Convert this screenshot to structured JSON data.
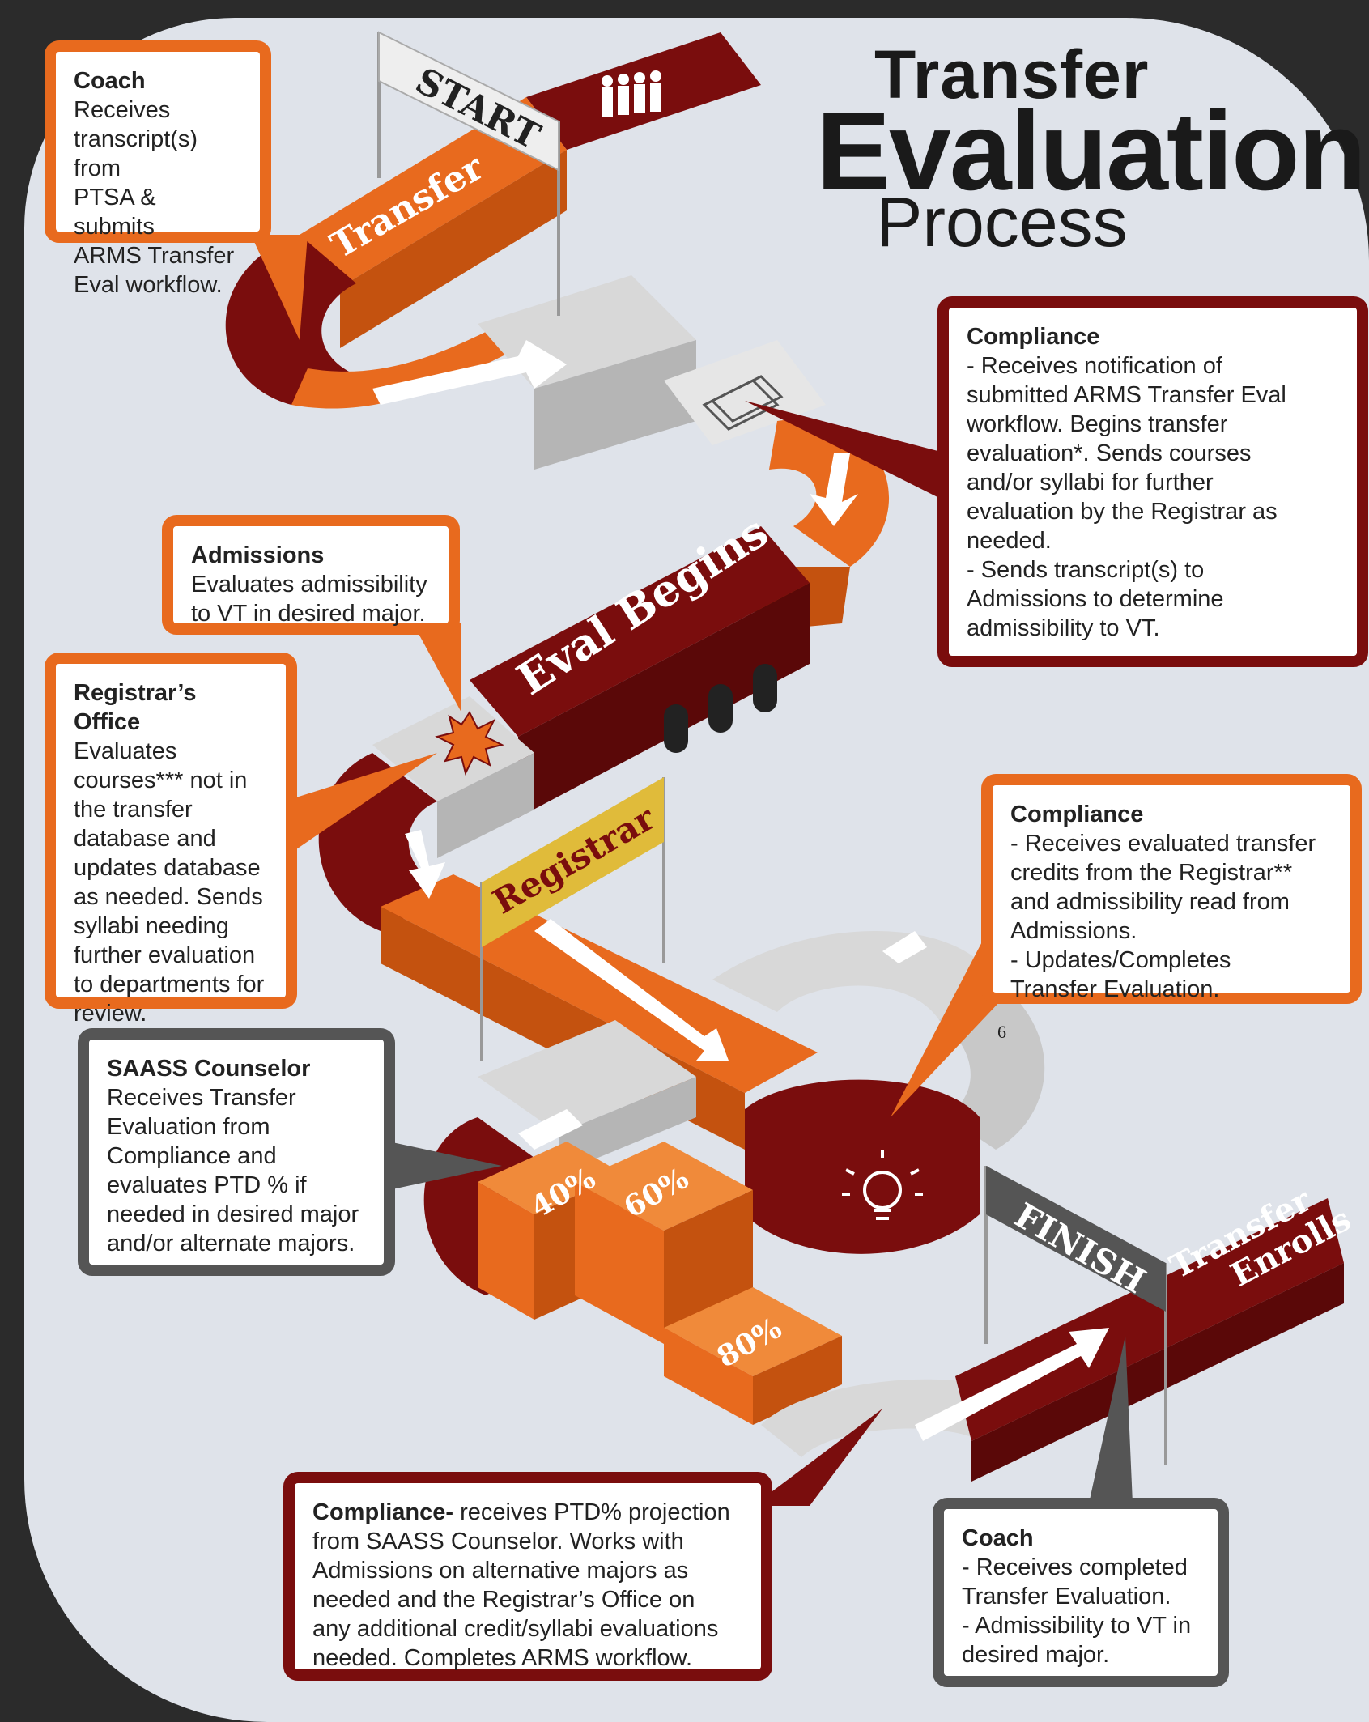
{
  "title": {
    "line1": "Transfer",
    "line2": "Evaluation",
    "line3": "Process"
  },
  "track_labels": {
    "start": "START",
    "transfer": "Transfer",
    "eval_begins": "Eval Begins",
    "registrar": "Registrar",
    "finish": "FINISH",
    "transfer_enrolls_1": "Transfer",
    "transfer_enrolls_2": "Enrolls",
    "pct_40": "40%",
    "pct_60": "60%",
    "pct_80": "80%"
  },
  "page_number": "6",
  "callouts": {
    "coach_start": {
      "head": "Coach",
      "body": "Receives\ntranscript(s) from\nPTSA & submits\nARMS Transfer\nEval workflow."
    },
    "compliance_1": {
      "head": "Compliance",
      "body": "- Receives notification of\nsubmitted ARMS Transfer Eval\nworkflow. Begins transfer\nevaluation*. Sends courses\nand/or syllabi for further\nevaluation by the Registrar as\nneeded.\n- Sends transcript(s) to\nAdmissions to determine\nadmissibility to VT."
    },
    "admissions": {
      "head": "Admissions",
      "body": "Evaluates admissibility\nto VT in desired major."
    },
    "registrar_office": {
      "head": "Registrar’s Office",
      "body": "Evaluates\ncourses*** not in\nthe transfer\ndatabase and\nupdates database\nas needed. Sends\nsyllabi needing\nfurther evaluation\nto departments for\nreview."
    },
    "compliance_2": {
      "head": "Compliance",
      "body": "- Receives evaluated transfer\ncredits from the Registrar**\nand admissibility read from\nAdmissions.\n- Updates/Completes\nTransfer Evaluation."
    },
    "saass": {
      "head": "SAASS Counselor",
      "body": "Receives Transfer\nEvaluation from\nCompliance and\nevaluates PTD % if\nneeded in desired major\nand/or alternate majors."
    },
    "compliance_3": {
      "head": "Compliance-",
      "body": " receives PTD% projection\nfrom SAASS Counselor. Works with\nAdmissions on alternative majors as\nneeded and the Registrar’s Office on\nany additional credit/syllabi evaluations\nneeded. Completes ARMS workflow."
    },
    "coach_end": {
      "head": "Coach",
      "body": "- Receives completed\nTransfer Evaluation.\n- Admissibility to VT in\ndesired major."
    }
  },
  "colors": {
    "orange": "#e86a1e",
    "maroon": "#7a0d0d",
    "gray": "#555555",
    "light_gray": "#d8d8d8",
    "gold": "#e0bb3a"
  }
}
